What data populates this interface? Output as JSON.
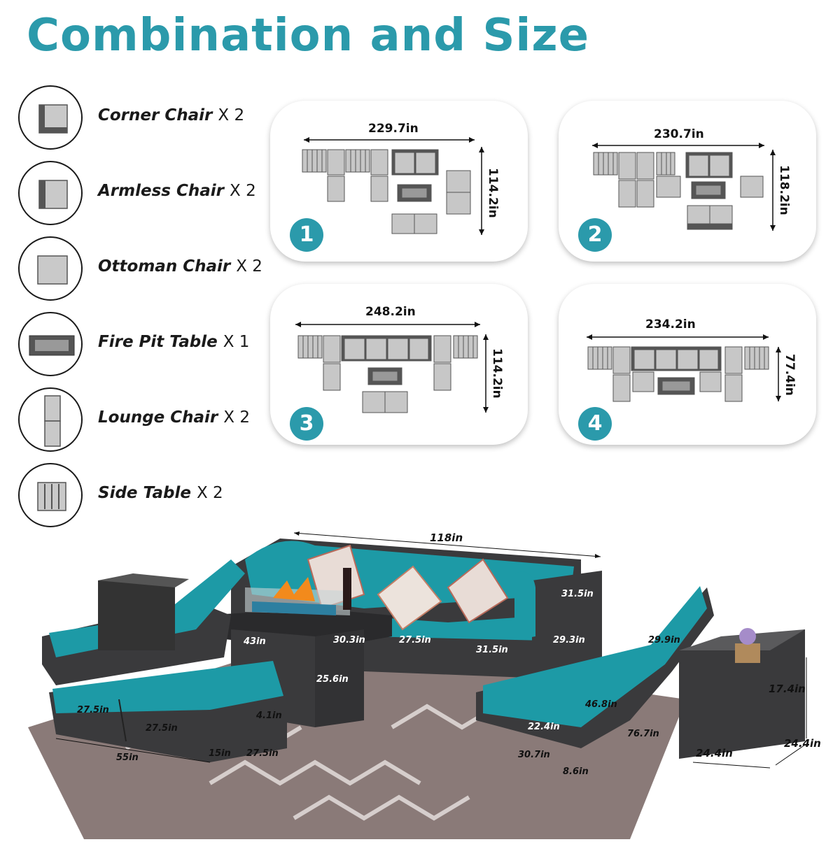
{
  "title": "Combination and Size",
  "legend": [
    {
      "name": "Corner Chair",
      "qty": "X 2",
      "icon": "corner-chair-icon"
    },
    {
      "name": "Armless Chair",
      "qty": "X 2",
      "icon": "armless-chair-icon"
    },
    {
      "name": "Ottoman Chair",
      "qty": "X 2",
      "icon": "ottoman-chair-icon"
    },
    {
      "name": "Fire Pit Table",
      "qty": "X 1",
      "icon": "fire-pit-table-icon"
    },
    {
      "name": "Lounge Chair",
      "qty": "X 2",
      "icon": "lounge-chair-icon"
    },
    {
      "name": "Side Table",
      "qty": "X 2",
      "icon": "side-table-icon"
    }
  ],
  "layouts": [
    {
      "number": "1",
      "width": "229.7in",
      "depth": "114.2in"
    },
    {
      "number": "2",
      "width": "230.7in",
      "depth": "118.2in"
    },
    {
      "number": "3",
      "width": "248.2in",
      "depth": "114.2in"
    },
    {
      "number": "4",
      "width": "234.2in",
      "depth": "77.4in"
    }
  ],
  "scene_measurements": {
    "sofa_length": "118in",
    "corner_height": "31.5in",
    "back_height": "29.3in",
    "fire_pit_width": "43in",
    "fire_pit_depth": "30.3in",
    "fire_pit_height": "25.6in",
    "seat_width": "27.5in",
    "seat_depth": "31.5in",
    "ottoman_a": "27.5in",
    "ottoman_b": "27.5in",
    "ottoman_c": "27.5in",
    "ottoman_cushion": "4.1in",
    "ottoman_total": "55in",
    "ottoman_height": "15in",
    "lounge_back": "29.9in",
    "lounge_seat": "46.8in",
    "lounge_width": "22.4in",
    "lounge_length": "76.7in",
    "lounge_frame_width": "30.7in",
    "lounge_height": "8.6in",
    "side_table_height": "17.4in",
    "side_table_width": "24.4in",
    "side_table_depth": "24.4in"
  },
  "colors": {
    "accent": "#2b9aab",
    "cushion": "#1d9aa6",
    "wicker": "#3a3a3c",
    "piece_gray": "#c7c7c7"
  }
}
